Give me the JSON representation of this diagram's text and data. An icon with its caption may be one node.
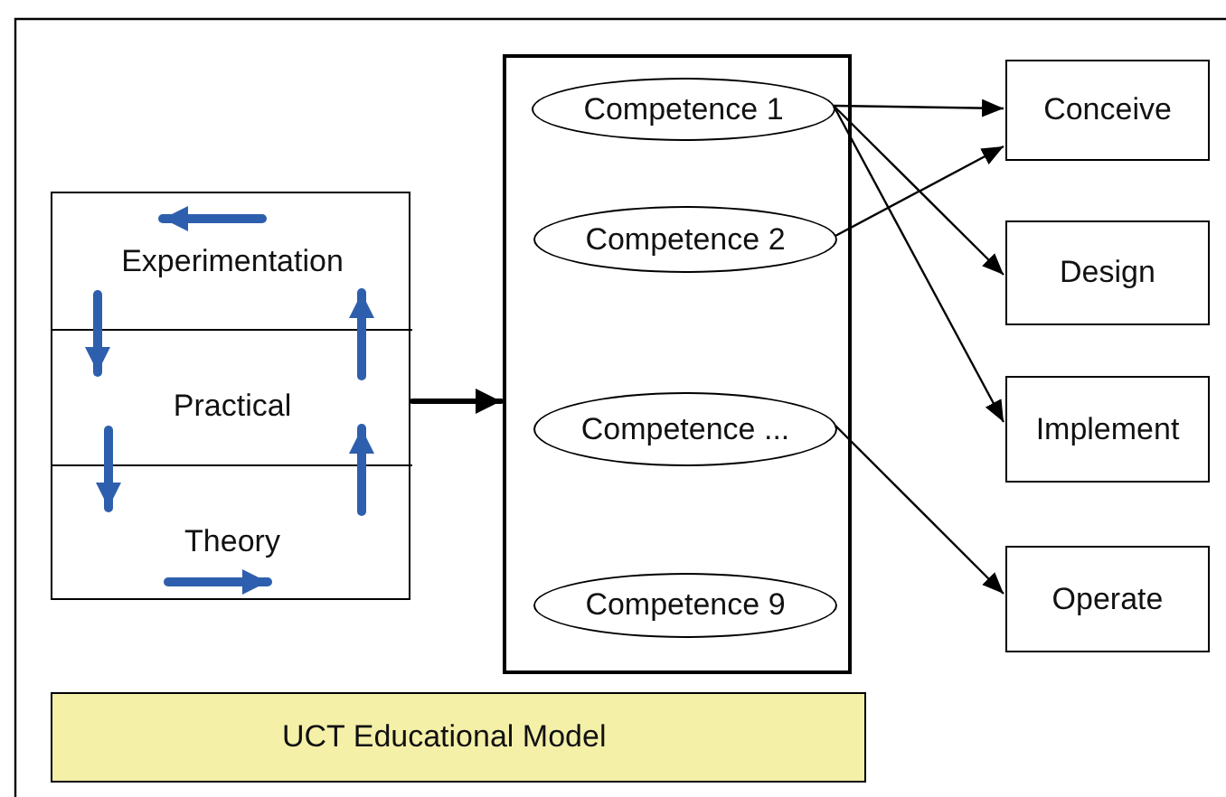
{
  "diagram": {
    "nodes": [
      {
        "text": [],
        "shape": "box"
      },
      {
        "text": [
          "Experimentation"
        ],
        "in": 0
      },
      {
        "text": [
          "Practical"
        ],
        "in": 0
      },
      {
        "text": [
          "Theory"
        ],
        "in": 0
      },
      {
        "text": [],
        "shape": "box"
      },
      {
        "text": [
          "Competence 1"
        ],
        "in": 4
      },
      {
        "text": [
          "Competence 2"
        ],
        "in": 4
      },
      {
        "text": [
          "Competence ..."
        ],
        "in": 4
      },
      {
        "text": [
          "Competence 9"
        ],
        "in": 4
      },
      {
        "text": [
          "Conceive"
        ]
      },
      {
        "text": [
          "Design"
        ]
      },
      {
        "text": [
          "Implement"
        ]
      },
      {
        "text": [
          "Operate"
        ]
      },
      {
        "text": [
          "UCT Educational Model"
        ]
      }
    ],
    "edges": [
      {
        "from": 0,
        "to": 4,
        "arrow": "to",
        "style": "thick"
      },
      {
        "from": 5,
        "to": 9,
        "arrow": "to"
      },
      {
        "from": 6,
        "to": 9,
        "arrow": "to"
      },
      {
        "from": 5,
        "to": 10,
        "arrow": "to"
      },
      {
        "from": 5,
        "to": 11,
        "arrow": "to"
      },
      {
        "from": 7,
        "to": 12,
        "arrow": "to"
      },
      {
        "from": 1,
        "to": 2,
        "arrow": "to",
        "style": "thick",
        "color": "#2e5fae"
      },
      {
        "from": 2,
        "to": 3,
        "arrow": "to",
        "style": "thick",
        "color": "#2e5fae"
      },
      {
        "from": 3,
        "to": 2,
        "arrow": "to",
        "style": "thick",
        "color": "#2e5fae"
      },
      {
        "from": 2,
        "to": 1,
        "arrow": "to",
        "style": "thick",
        "color": "#2e5fae"
      }
    ]
  }
}
